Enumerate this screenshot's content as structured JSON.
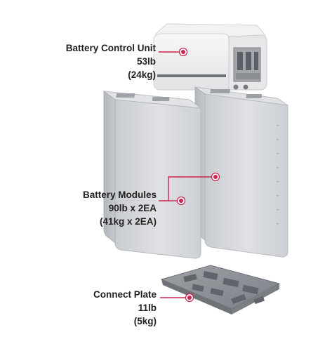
{
  "components": [
    {
      "id": "control-unit",
      "name": "Battery Control Unit",
      "weight_lb": "53lb",
      "weight_kg": "(24kg)"
    },
    {
      "id": "modules",
      "name": "Battery Modules",
      "weight_lb": "90lb x 2EA",
      "weight_kg": "(41kg x 2EA)"
    },
    {
      "id": "connect-plate",
      "name": "Connect Plate",
      "weight_lb": "11lb",
      "weight_kg": "(5kg)"
    }
  ],
  "colors": {
    "marker": "#c8264e",
    "label_text": "#222222",
    "module_body": "#d3d6da",
    "module_shadow": "#b0b4b9",
    "unit_body": "#eeeeee",
    "plate_body": "#8d9196"
  }
}
